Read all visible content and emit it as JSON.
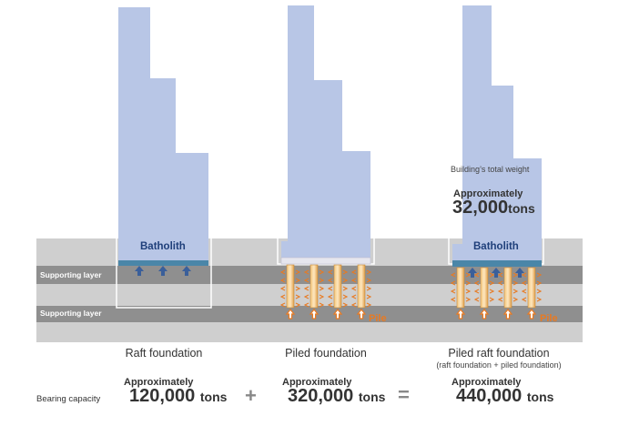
{
  "layers": {
    "supporting_1": "Supporting layer",
    "supporting_2": "Supporting layer"
  },
  "batholith_label": "Batholith",
  "pile_label": "Pile",
  "building_weight": {
    "title": "Building’s total weight",
    "approx": "Approximately",
    "value": "32,000",
    "unit": "tons"
  },
  "foundations": [
    {
      "name": "Raft foundation",
      "subtitle": "",
      "approx": "Approximately",
      "value": "120,000",
      "unit": "tons"
    },
    {
      "name": "Piled foundation",
      "subtitle": "",
      "approx": "Approximately",
      "value": "320,000",
      "unit": "tons"
    },
    {
      "name": "Piled raft foundation",
      "subtitle": "(raft foundation + piled foundation)",
      "approx": "Approximately",
      "value": "440,000",
      "unit": "tons"
    }
  ],
  "operators": {
    "plus": "+",
    "equals": "="
  },
  "bearing_capacity_label": "Bearing capacity",
  "colors": {
    "building": "#b8c6e6",
    "ground": "#cfcfcf",
    "supporting_layer": "#8f8f8f",
    "batholith_slab": "#4a86a8",
    "pile": "#e2a04a",
    "pile_arrow": "#e87a22",
    "up_arrow": "#3a5f9a"
  }
}
